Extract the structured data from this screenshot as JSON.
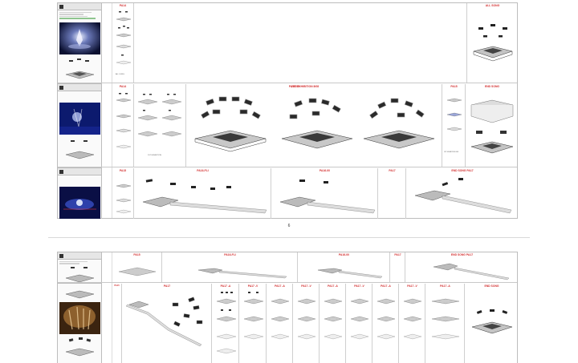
{
  "page_number": "6",
  "sheet_top": {
    "row1": {
      "titles": {
        "left": "PA14",
        "right": "ALL SONG"
      },
      "caption": "ALL SONG"
    },
    "row2": {
      "titles": {
        "a": "PA14",
        "b": "PA15-00",
        "c": "2ST EXHIBITION 8/08",
        "d": "PA15",
        "e": "END SONG"
      },
      "captions": {
        "a": "1ST EXHIBITION",
        "b": "2ST EXHIBITION 8/08",
        "c": "1ST EXHIBITION 8/08"
      }
    },
    "row3": {
      "titles": {
        "a": "PA15",
        "b": "PA16-FLI",
        "c": "PA16-00",
        "d": "PA17",
        "e": "END SONG PA17"
      }
    }
  },
  "sheet_bottom": {
    "row1": {
      "titles": {
        "a": "PA15",
        "b": "PA16-FLI",
        "c": "PA16-00",
        "d": "PA17",
        "e": "END SONG PA17"
      }
    },
    "row2": {
      "titles": {
        "a": "PA15",
        "b": "PA17",
        "c": "PA17 -A",
        "d": "PA17 -V",
        "e": "PA17 -A",
        "f": "PA17 -V",
        "g": "PA17 -A",
        "h": "PA17 -V",
        "i": "PA17 -A",
        "j": "PA17 -V",
        "k": "PA17 -A",
        "l": "END SONG"
      }
    }
  }
}
